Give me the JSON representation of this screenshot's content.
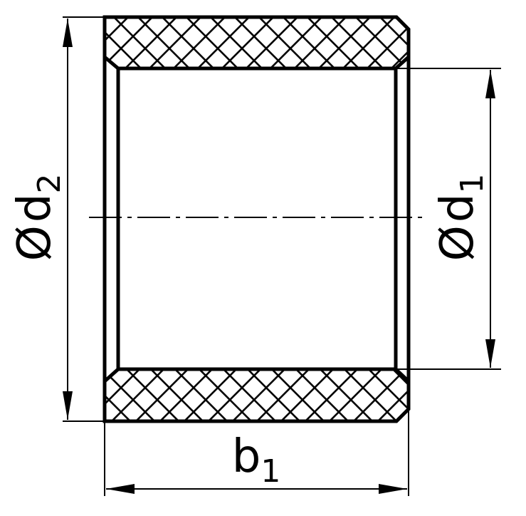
{
  "colors": {
    "ink": "#000000",
    "background": "#ffffff"
  },
  "dimensions": {
    "outer_diameter": {
      "symbol": "Ø",
      "letter": "d",
      "subscript": "2"
    },
    "inner_diameter": {
      "symbol": "Ø",
      "letter": "d",
      "subscript": "1"
    },
    "width": {
      "letter": "b",
      "subscript": "1"
    }
  }
}
